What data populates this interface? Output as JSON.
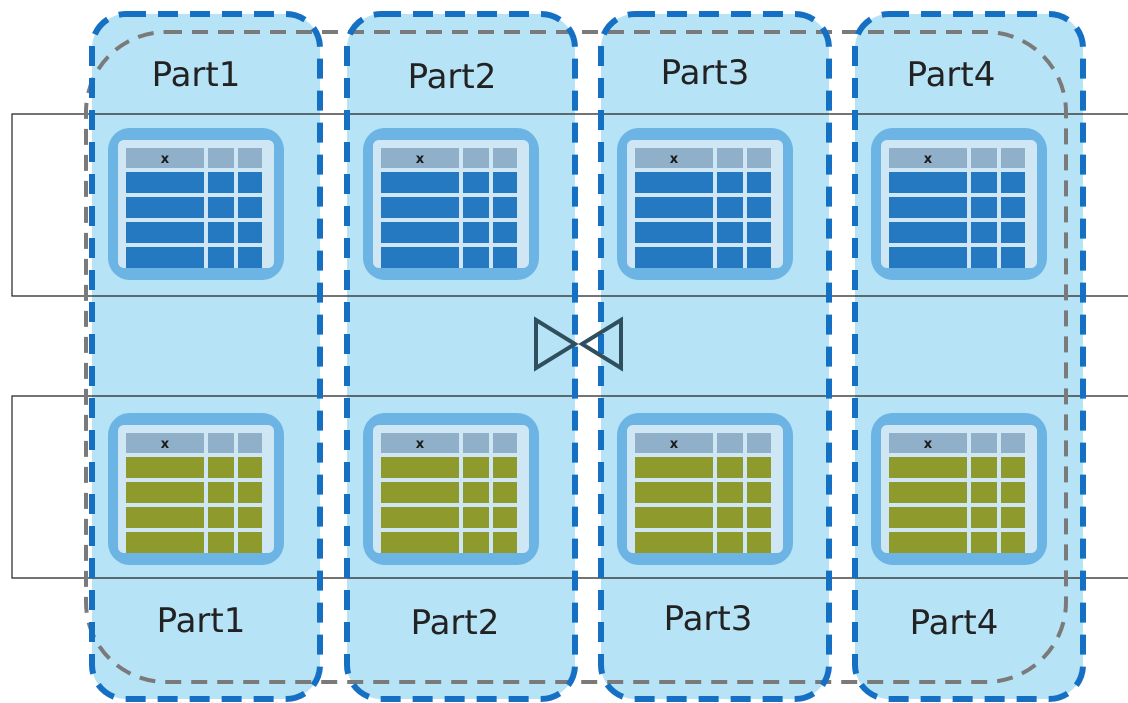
{
  "diagram": {
    "partitions": [
      {
        "top_label": "Part1",
        "bottom_label": "Part1"
      },
      {
        "top_label": "Part2",
        "bottom_label": "Part2"
      },
      {
        "top_label": "Part3",
        "bottom_label": "Part3"
      },
      {
        "top_label": "Part4",
        "bottom_label": "Part4"
      }
    ],
    "table_header_text": "x",
    "colors": {
      "partition_fill": "#b6e3f6",
      "partition_border": "#1570c4",
      "outer_border": "#7a7a7a",
      "icon_frame": "#6cb4e4",
      "icon_inner": "#cfe6f5",
      "header_cell": "#8fb0c8",
      "top_table_rows": "#2479c0",
      "bottom_table_rows": "#8e9a2c",
      "join_symbol": "#2f4f5f"
    },
    "join_icon": "bowtie-join-icon"
  }
}
